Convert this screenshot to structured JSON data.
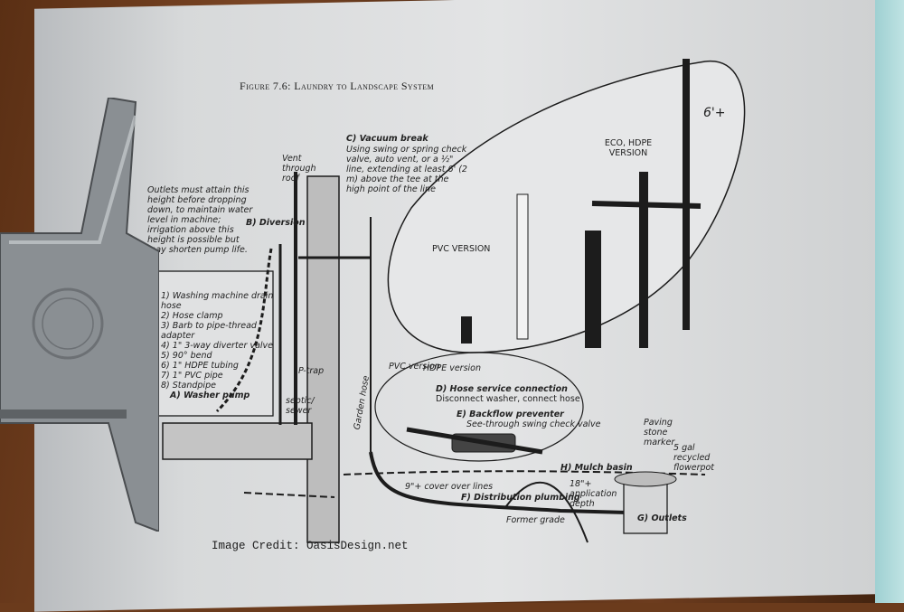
{
  "figure_title": "Figure 7.6: Laundry to Landscape System",
  "credit": "Image Credit: OasisDesign.net",
  "labels": {
    "vent": "Vent through roof",
    "vacuum_break": "C) Vacuum break",
    "vacuum_note": "Using swing or spring check valve, auto vent, or a ½\" line, extending at least 6' (2 m) above the tee at the high point of the line",
    "outlets_note": "Outlets must attain this height before dropping down, to maintain water level in machine; irrigation above this height is possible but may shorten pump life.",
    "diversion": "B) Diversion",
    "eco_version": "ECO, HDPE VERSION",
    "pvc_version": "PVC VERSION",
    "six_plus": "6'+",
    "parts": [
      "1) Washing machine drain hose",
      "2) Hose clamp",
      "3) Barb to pipe-thread adapter",
      "4) 1\" 3-way diverter valve",
      "5) 90° bend",
      "6) 1\" HDPE tubing",
      "7) 1\" PVC pipe",
      "8) Standpipe"
    ],
    "washer_pump": "A) Washer pump",
    "p_trap": "P-trap",
    "septic": "septic/ sewer",
    "garden_hose": "Garden hose",
    "pvc_small": "PVC version",
    "hdpe_small": "HDPE version",
    "hose_service": "D) Hose service connection",
    "hose_service_note": "Disconnect washer, connect hose",
    "backflow": "E) Backflow preventer",
    "backflow_note": "See-through swing check valve",
    "paving": "Paving stone marker",
    "gal": "5 gal recycled flowerpot",
    "mulch": "H) Mulch basin",
    "cover": "9\"+ cover over lines",
    "application": "18\"+ application depth",
    "distribution": "F) Distribution plumbing",
    "former_grade": "Former grade",
    "outlets": "G) Outlets"
  },
  "colors": {
    "paper": "#dcdedf",
    "ink": "#1c1c1c",
    "wood": "#6b3b1c",
    "clip": "#8a8f93"
  }
}
